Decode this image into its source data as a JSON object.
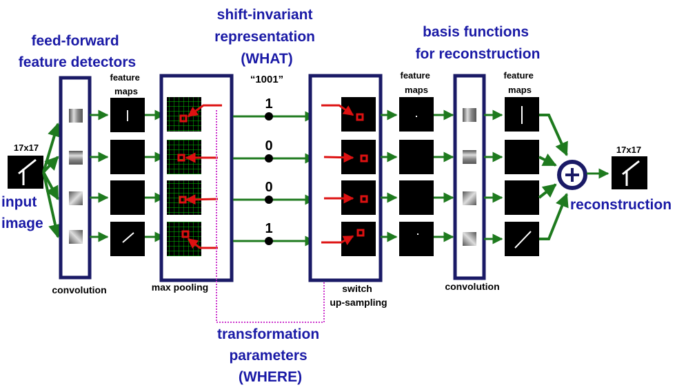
{
  "titles": {
    "feature_detectors": [
      "feed-forward",
      "feature detectors"
    ],
    "shift_invariant": [
      "shift-invariant",
      "representation",
      "(WHAT)"
    ],
    "basis_functions": [
      "basis functions",
      "for reconstruction"
    ],
    "transformation": [
      "transformation",
      "parameters",
      "(WHERE)"
    ],
    "input_image": [
      "input",
      "image"
    ],
    "reconstruction": "reconstruction"
  },
  "labels": {
    "input_size": "17x17",
    "output_size": "17x17",
    "feature_maps": [
      "feature",
      "maps"
    ],
    "convolution": "convolution",
    "max_pooling": "max pooling",
    "switch_upsampling": [
      "switch",
      "up-sampling"
    ],
    "code": "“1001”"
  },
  "code_bits": [
    "1",
    "0",
    "0",
    "1"
  ],
  "colors": {
    "title_blue": "#1a1aa6",
    "box_navy": "#1a1a66",
    "arrow_green": "#1e7a1e",
    "switch_red": "#dd1111",
    "where_magenta": "#cc33cc",
    "grid_green": "#00cc00"
  }
}
